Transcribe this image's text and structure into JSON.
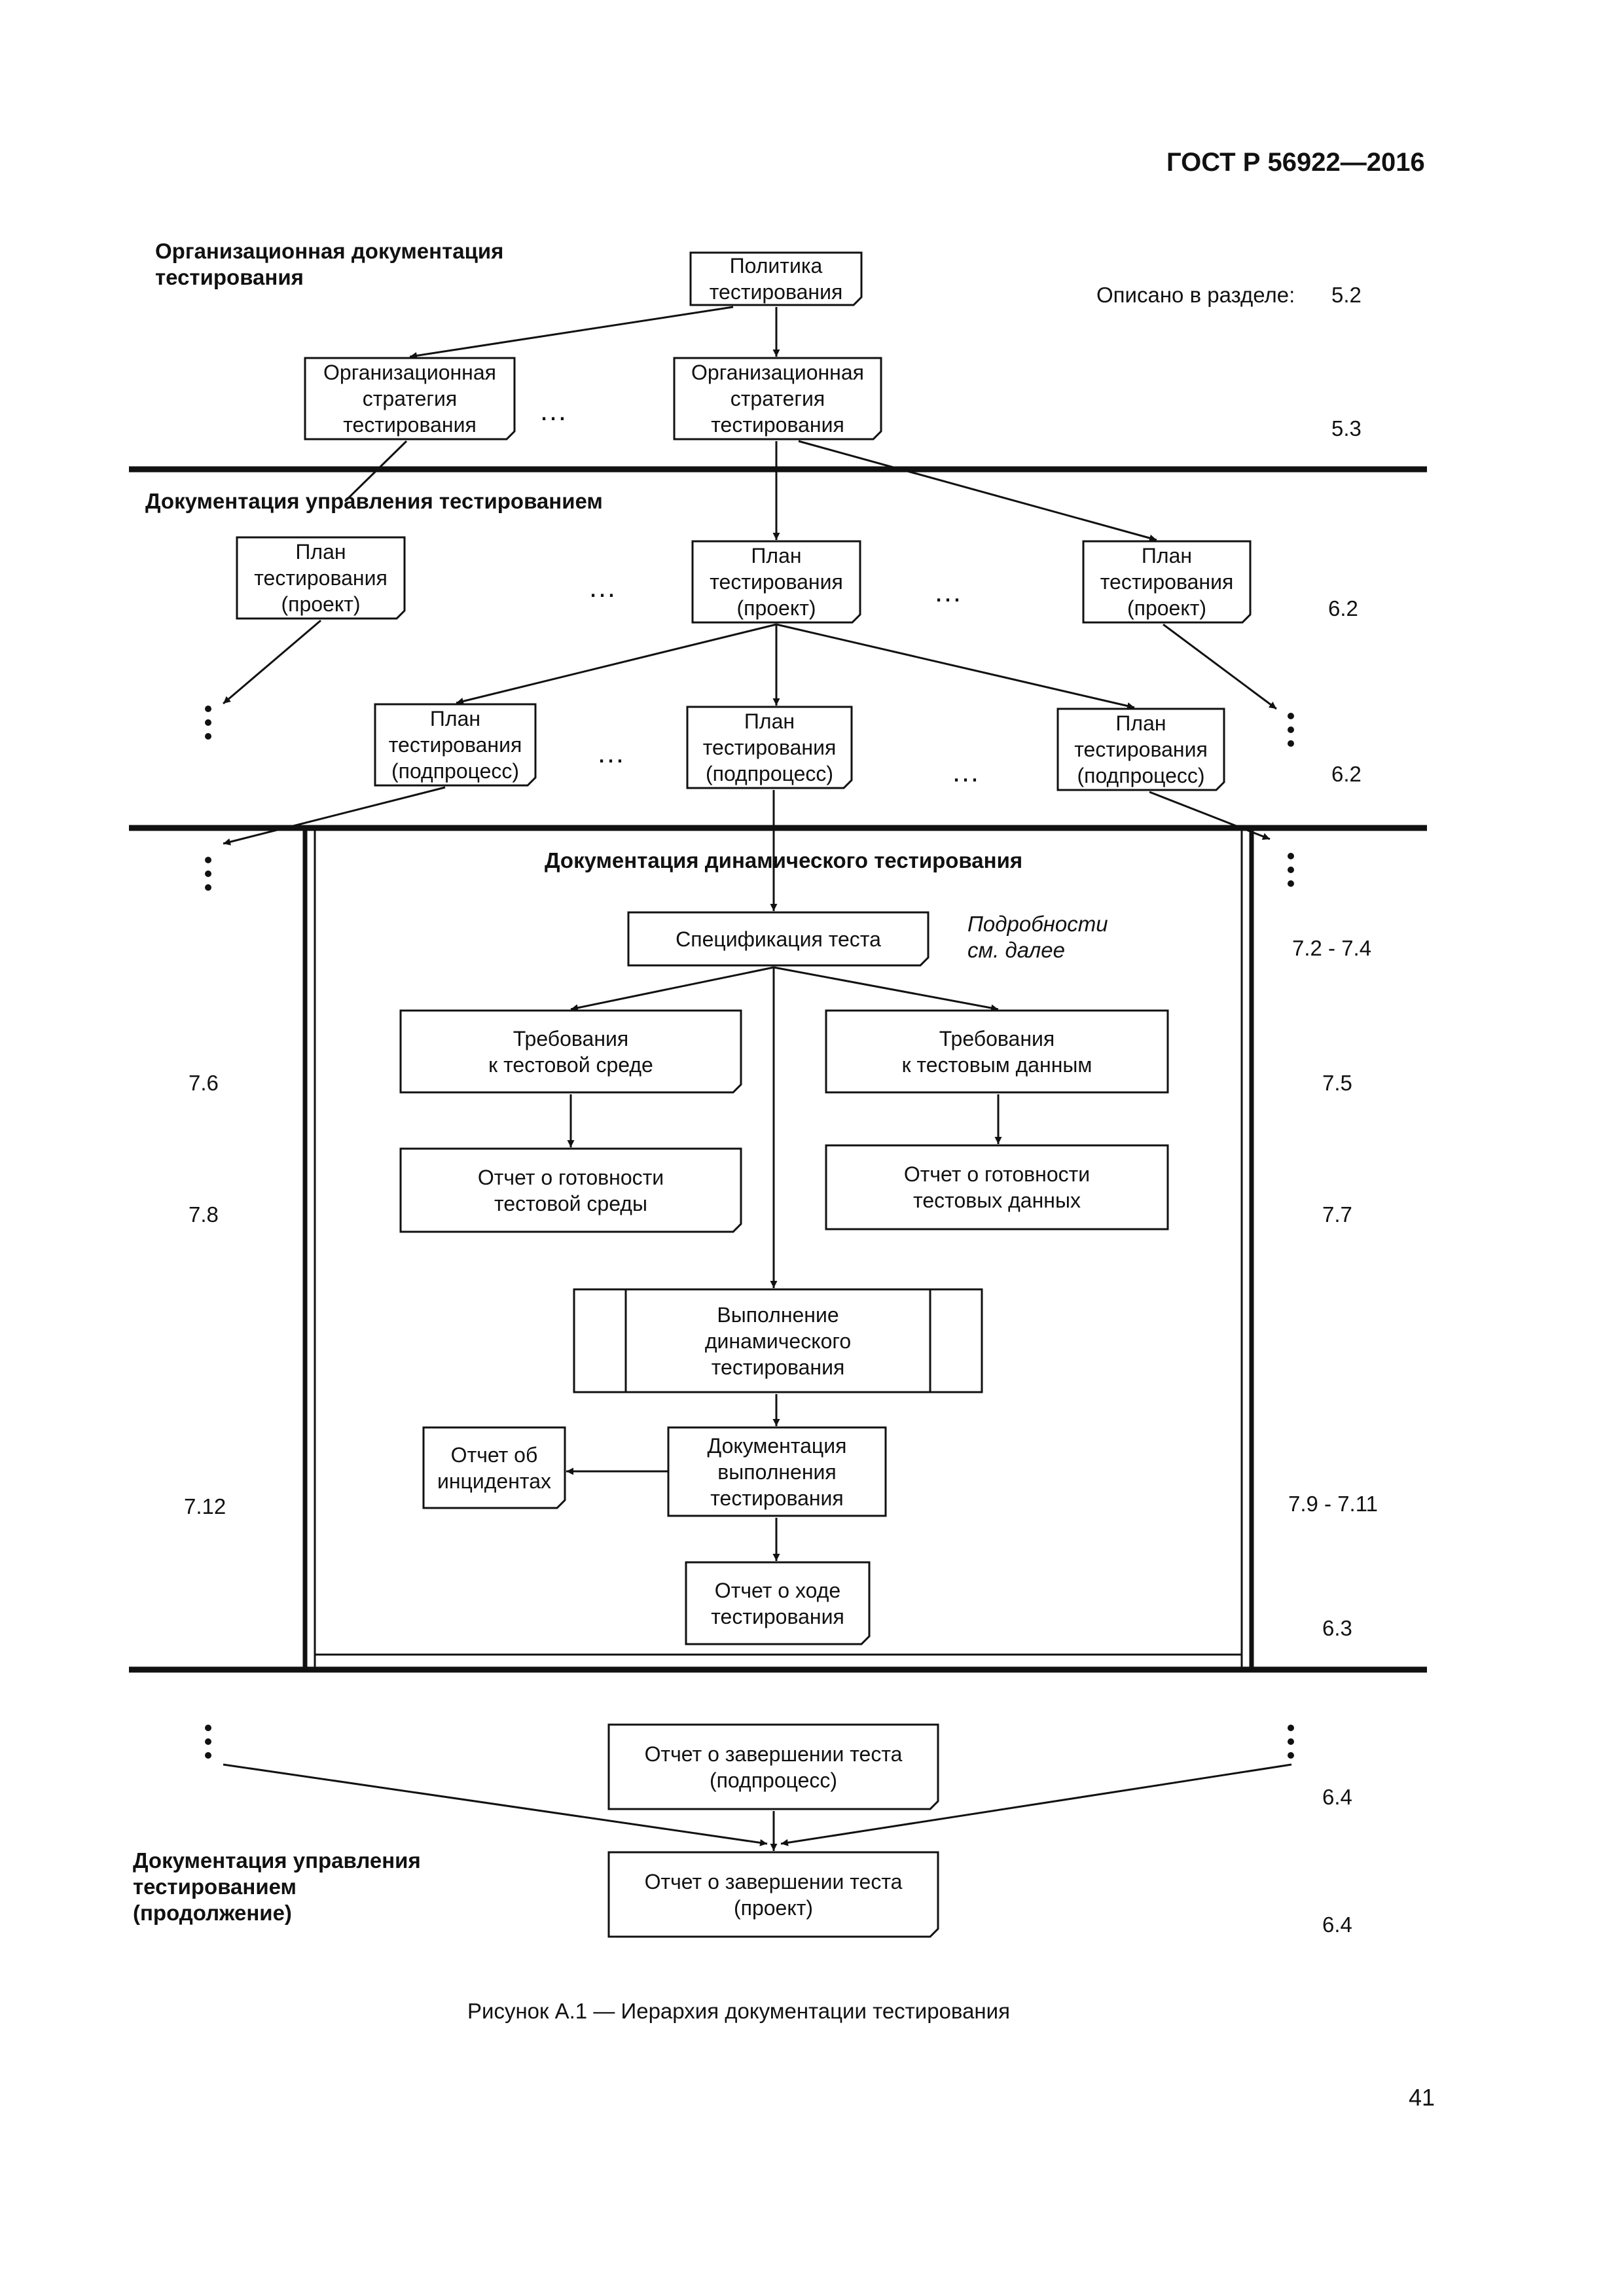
{
  "header": {
    "doc_code": "ГОСТ Р 56922—2016"
  },
  "sections": {
    "org_docs": "Организационная документация\nтестирования",
    "mgmt_docs": "Документация управления тестированием",
    "dyn_docs": "Документация динамического тестирования",
    "mgmt_docs_cont": "Документация управления\nтестированием\n(продолжение)"
  },
  "described_in_label": "Описано в разделе:",
  "details_note": "Подробности\nсм. далее",
  "ellipsis": "…",
  "boxes": {
    "policy": "Политика\nтестирования",
    "org_strategy_1": "Организационная\nстратегия\nтестирования",
    "org_strategy_2": "Организационная\nстратегия\nтестирования",
    "plan_project_1": "План\nтестирования\n(проект)",
    "plan_project_2": "План\nтестирования\n(проект)",
    "plan_project_3": "План\nтестирования\n(проект)",
    "plan_sub_1": "План\nтестирования\n(подпроцесс)",
    "plan_sub_2": "План\nтестирования\n(подпроцесс)",
    "plan_sub_3": "План\nтестирования\n(подпроцесс)",
    "test_spec": "Спецификация теста",
    "env_req": "Требования\nк тестовой среде",
    "data_req": "Требования\nк тестовым данным",
    "env_ready": "Отчет о готовности\nтестовой среды",
    "data_ready": "Отчет о готовности\nтестовых данных",
    "dyn_exec": "Выполнение\nдинамического\nтестирования",
    "incident": "Отчет об\nинцидентах",
    "exec_docs": "Документация\nвыполнения\nтестирования",
    "progress": "Отчет о ходе\nтестирования",
    "completion_sub": "Отчет о завершении теста\n(подпроцесс)",
    "completion_project": "Отчет о завершении теста\n(проект)"
  },
  "refs": {
    "policy": "5.2",
    "strategy": "5.3",
    "plan_project": "6.2",
    "plan_sub": "6.2",
    "spec": "7.2 - 7.4",
    "env_req": "7.6",
    "data_req": "7.5",
    "env_ready": "7.8",
    "data_ready": "7.7",
    "incident": "7.12",
    "exec_docs": "7.9 - 7.11",
    "progress": "6.3",
    "completion_sub": "6.4",
    "completion_project": "6.4"
  },
  "caption": "Рисунок А.1 — Иерархия документации тестирования",
  "page_number": "41"
}
